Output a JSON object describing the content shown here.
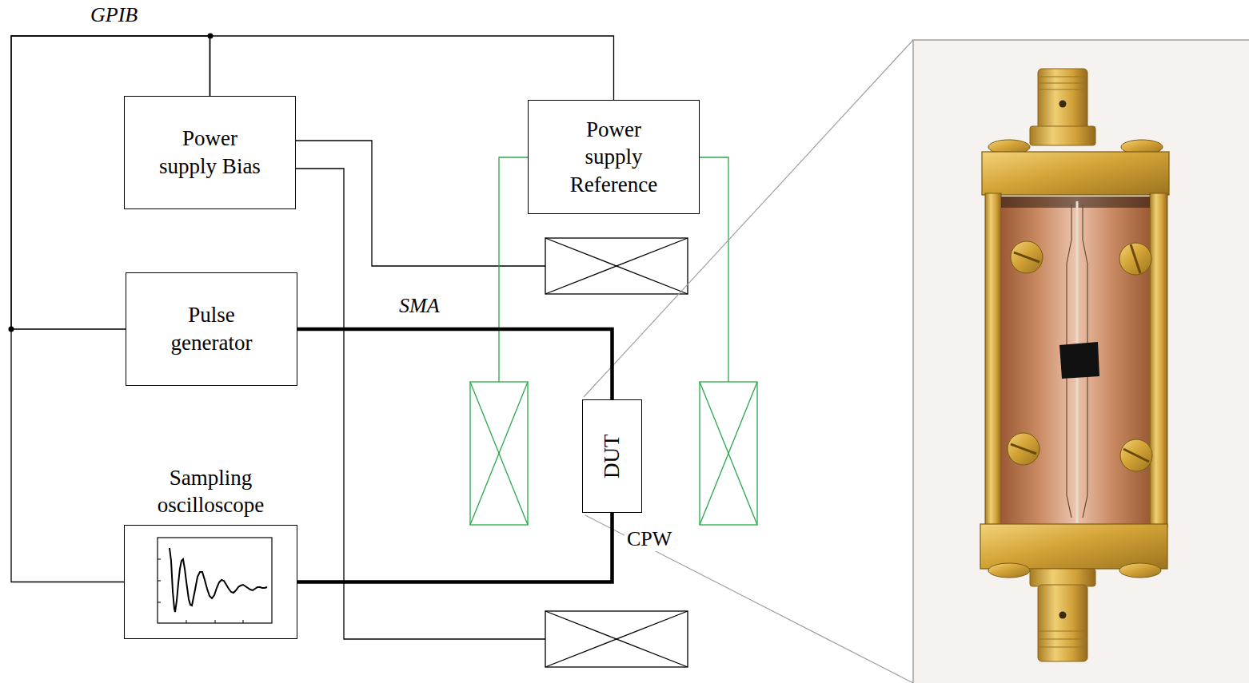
{
  "diagram": {
    "nodes": [
      {
        "text": [
          "Power supply Bias"
        ]
      },
      {
        "text": [
          "Power supply Reference"
        ]
      },
      {
        "text": [
          "Pulse generator"
        ]
      },
      {
        "text": [
          "DUT"
        ]
      },
      {
        "text": [
          "Sampling oscilloscope"
        ]
      }
    ],
    "edges": [
      {
        "from": 2,
        "to": 3,
        "arrow": "none",
        "label": "SMA"
      },
      {
        "from": 3,
        "to": 4,
        "arrow": "none"
      },
      {
        "from": 0,
        "to": 1,
        "arrow": "none"
      },
      {
        "from": 0,
        "to": 2,
        "arrow": "none"
      },
      {
        "from": 0,
        "to": 4,
        "arrow": "none"
      }
    ],
    "labels": [
      "GPIB",
      "CPW"
    ]
  }
}
